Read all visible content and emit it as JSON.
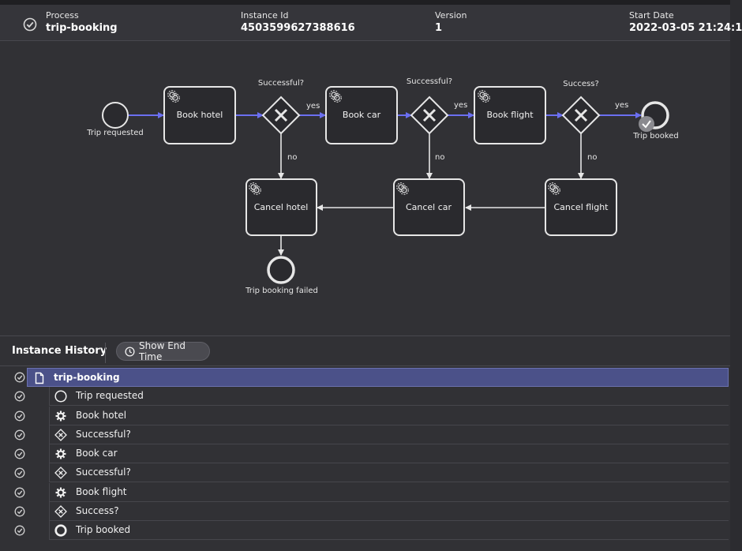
{
  "header": {
    "process_label": "Process",
    "process_value": "trip-booking",
    "instance_label": "Instance Id",
    "instance_value": "4503599627388616",
    "version_label": "Version",
    "version_value": "1",
    "start_label": "Start Date",
    "start_value": "2022-03-05 21:24:1"
  },
  "diagram": {
    "start_event": "Trip requested",
    "tasks": [
      "Book hotel",
      "Book car",
      "Book flight"
    ],
    "compensation_tasks": [
      "Cancel hotel",
      "Cancel car",
      "Cancel flight"
    ],
    "gateways": [
      "Successful?",
      "Successful?",
      "Success?"
    ],
    "flow_yes": "yes",
    "flow_no": "no",
    "end_success": "Trip booked",
    "end_failure": "Trip booking failed",
    "colors": {
      "taken_flow": "#6b6ff0",
      "default_flow": "#e6e6e6",
      "node_fill": "#2a2a2e"
    }
  },
  "history": {
    "title": "Instance History",
    "show_end_time": "Show End Time",
    "root": {
      "name": "trip-booking",
      "icon": "document-icon"
    },
    "items": [
      {
        "name": "Trip requested",
        "icon": "start-event-icon"
      },
      {
        "name": "Book hotel",
        "icon": "service-task-icon"
      },
      {
        "name": "Successful?",
        "icon": "exclusive-gateway-icon"
      },
      {
        "name": "Book car",
        "icon": "service-task-icon"
      },
      {
        "name": "Successful?",
        "icon": "exclusive-gateway-icon"
      },
      {
        "name": "Book flight",
        "icon": "service-task-icon"
      },
      {
        "name": "Success?",
        "icon": "exclusive-gateway-icon"
      },
      {
        "name": "Trip booked",
        "icon": "end-event-icon"
      }
    ]
  }
}
